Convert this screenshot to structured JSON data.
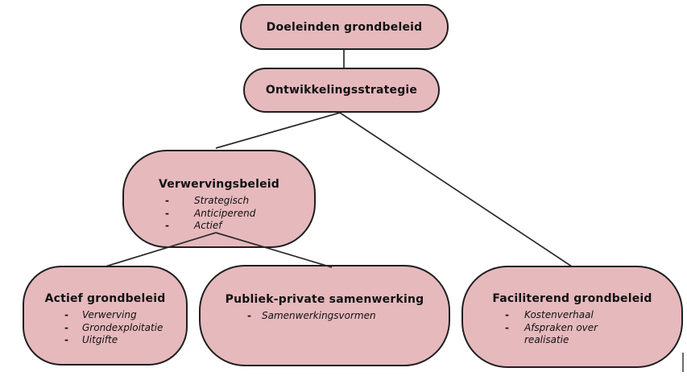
{
  "diagram": {
    "bullet": "-",
    "colors": {
      "node_fill": "#e6b9bd",
      "node_border": "#1f1f1f",
      "line": "#2b2b2b",
      "text": "#111111",
      "background": "#ffffff"
    },
    "nodes": [
      {
        "id": "doeleinden-grondbeleid",
        "title": "Doeleinden grondbeleid",
        "items": []
      },
      {
        "id": "ontwikkelingsstrategie",
        "title": "Ontwikkelingsstrategie",
        "items": []
      },
      {
        "id": "verwervingsbeleid",
        "title": "Verwervingsbeleid",
        "items": [
          "Strategisch",
          "Anticiperend",
          "Actief"
        ]
      },
      {
        "id": "actief-grondbeleid",
        "title": "Actief grondbeleid",
        "items": [
          "Verwerving",
          "Grondexploitatie",
          "Uitgifte"
        ]
      },
      {
        "id": "publiek-private-samenwerking",
        "title": "Publiek-private samenwerking",
        "items": [
          "Samenwerkingsvormen"
        ]
      },
      {
        "id": "faciliterend-grondbeleid",
        "title": "Faciliterend grondbeleid",
        "items": [
          "Kostenverhaal",
          "Afspraken over realisatie"
        ]
      }
    ],
    "edges": [
      {
        "from": "doeleinden-grondbeleid",
        "to": "ontwikkelingsstrategie"
      },
      {
        "from": "ontwikkelingsstrategie",
        "to": "verwervingsbeleid"
      },
      {
        "from": "ontwikkelingsstrategie",
        "to": "faciliterend-grondbeleid"
      },
      {
        "from": "verwervingsbeleid",
        "to": "actief-grondbeleid"
      },
      {
        "from": "verwervingsbeleid",
        "to": "publiek-private-samenwerking"
      }
    ]
  }
}
